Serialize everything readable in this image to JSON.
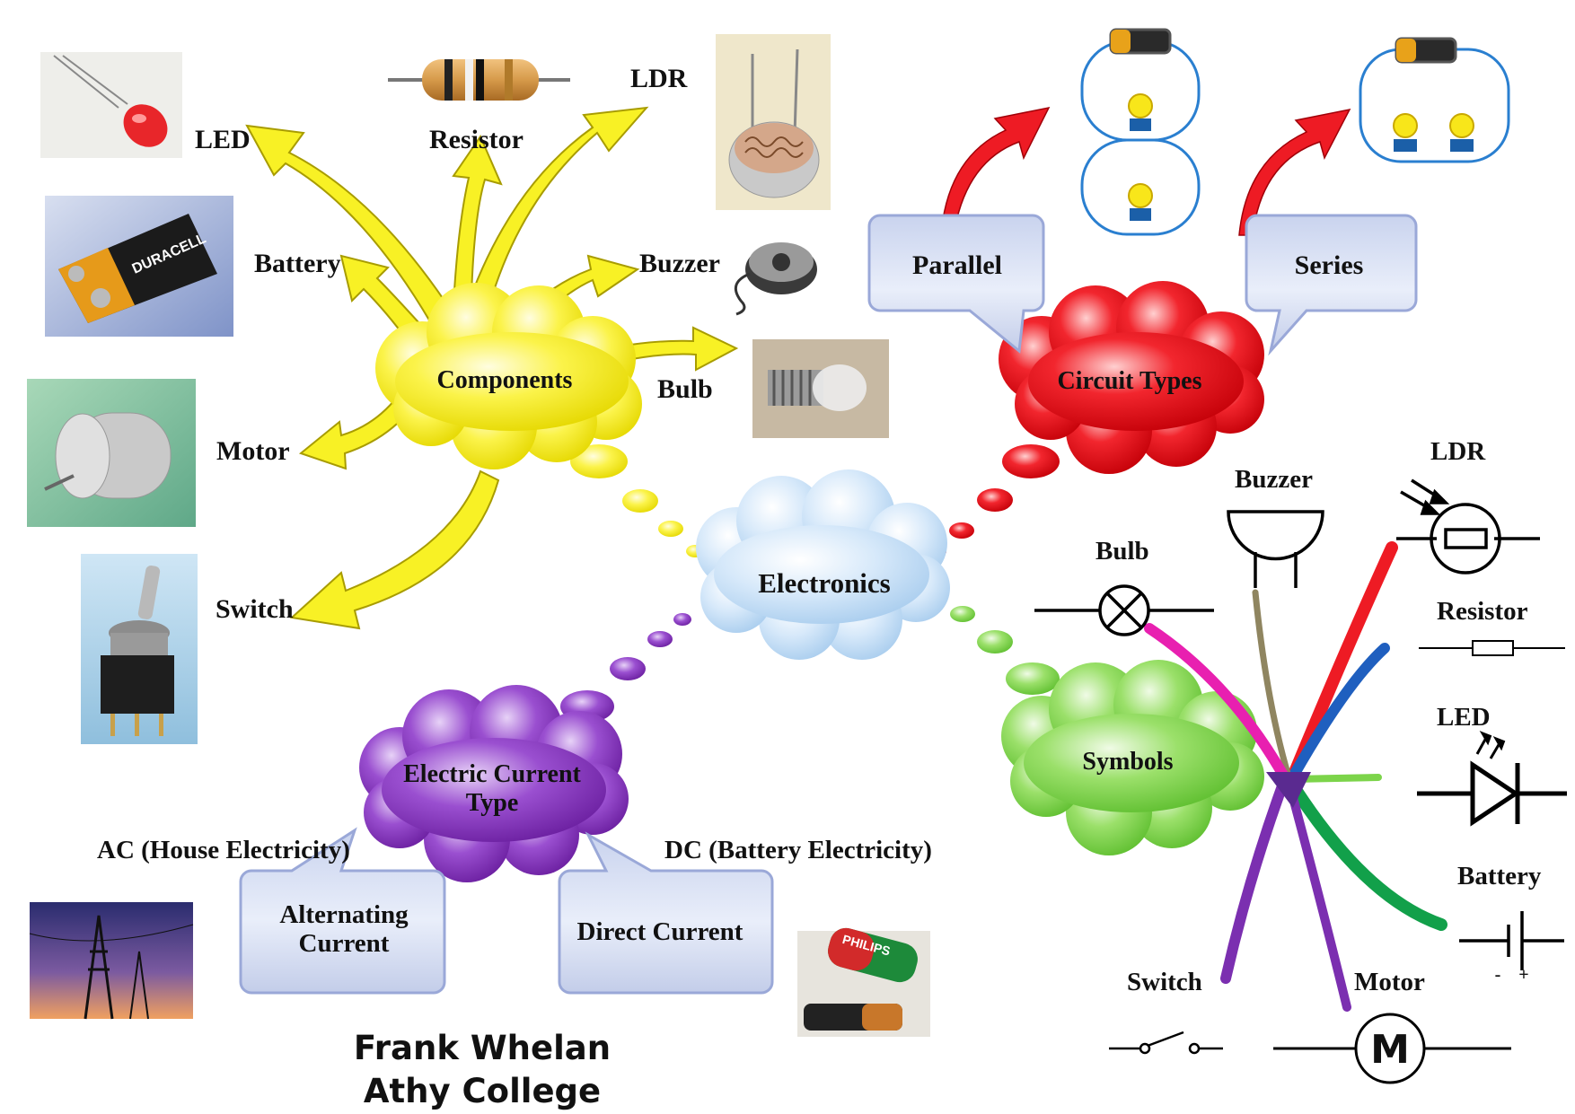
{
  "center": {
    "label": "Electronics"
  },
  "components": {
    "label": "Components",
    "items": {
      "led": "LED",
      "resistor": "Resistor",
      "ldr": "LDR",
      "battery": "Battery",
      "buzzer": "Buzzer",
      "bulb": "Bulb",
      "motor": "Motor",
      "switch": "Switch"
    }
  },
  "circuit_types": {
    "label": "Circuit Types",
    "parallel": "Parallel",
    "series": "Series"
  },
  "electric_current": {
    "label_line1": "Electric Current",
    "label_line2": "Type",
    "ac_caption": "AC (House Electricity)",
    "dc_caption": "DC (Battery Electricity)",
    "ac_box_line1": "Alternating",
    "ac_box_line2": "Current",
    "dc_box": "Direct Current"
  },
  "symbols": {
    "label": "Symbols",
    "items": {
      "buzzer": "Buzzer",
      "ldr": "LDR",
      "bulb": "Bulb",
      "resistor": "Resistor",
      "led": "LED",
      "battery": "Battery",
      "switch": "Switch",
      "motor": "Motor"
    },
    "motor_glyph": "M",
    "battery_minus": "-",
    "battery_plus": "+"
  },
  "photos": {
    "battery_brand": "DURACELL",
    "cell_brand": "PHILIPS"
  },
  "author": {
    "name": "Frank Whelan",
    "school": "Athy College"
  },
  "colors": {
    "components": "#f7f01a",
    "circuit": "#e8141c",
    "electric": "#7b2fb0",
    "symbols": "#7cd44a",
    "center": "#cfe4f7",
    "callout": "#dfe6f7"
  }
}
